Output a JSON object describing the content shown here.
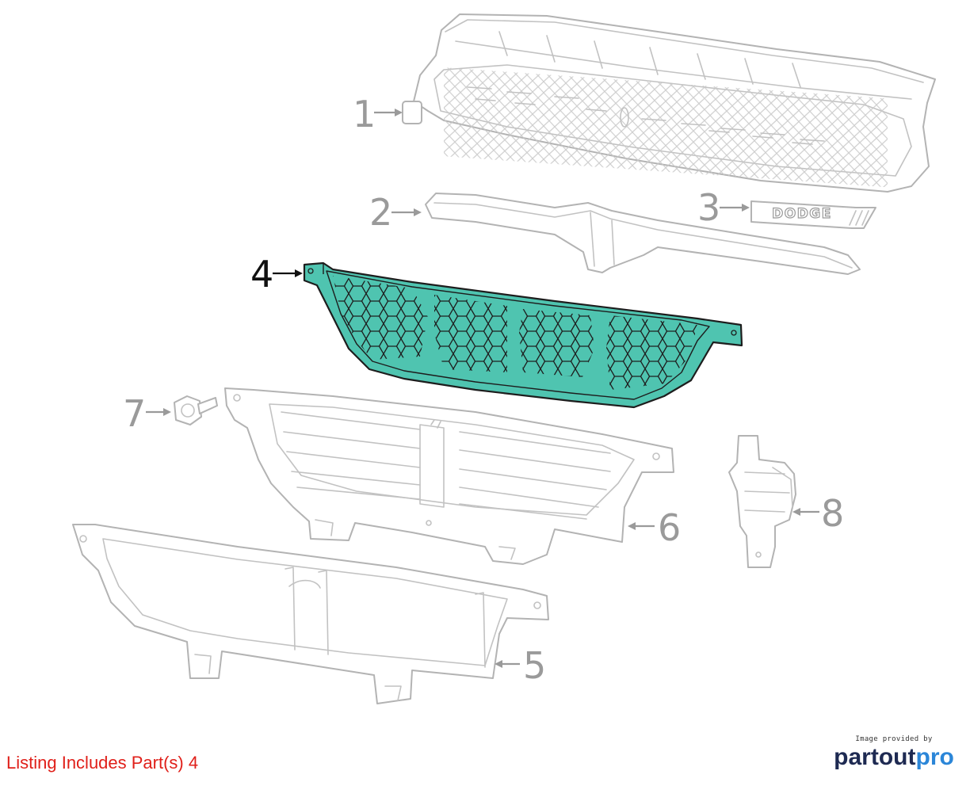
{
  "callouts": [
    "1",
    "2",
    "3",
    "4",
    "5",
    "6",
    "7",
    "8"
  ],
  "highlighted_callout": "4",
  "badge_text": "DODGE",
  "footer": {
    "listing_note": "Listing Includes Part(s) 4",
    "credit_small": "Image provided by",
    "credit_brand_a": "partout",
    "credit_brand_b": "pro"
  },
  "colors": {
    "highlight_fill": "#4fc4b0",
    "callout_gray": "#9a9a9a",
    "note_red": "#e0201a",
    "brand_navy": "#1e2a52",
    "brand_blue": "#2b86d8"
  }
}
